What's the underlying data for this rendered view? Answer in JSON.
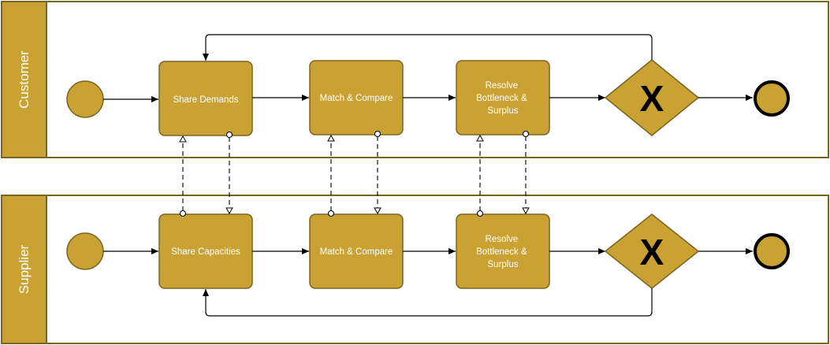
{
  "lanes": {
    "customer": {
      "title": "Customer",
      "tasks": [
        {
          "label": [
            "Share Demands"
          ]
        },
        {
          "label": [
            "Match & Compare"
          ]
        },
        {
          "label": [
            "Resolve",
            "Bottleneck &",
            "Surplus"
          ]
        }
      ],
      "gateway_symbol": "X"
    },
    "supplier": {
      "title": "Supplier",
      "tasks": [
        {
          "label": [
            "Share Capacities"
          ]
        },
        {
          "label": [
            "Match & Compare"
          ]
        },
        {
          "label": [
            "Resolve",
            "Bottleneck &",
            "Surplus"
          ]
        }
      ],
      "gateway_symbol": "X"
    }
  },
  "colors": {
    "fill": "#c9a233",
    "border": "#7a6520",
    "text": "#ffffff"
  }
}
